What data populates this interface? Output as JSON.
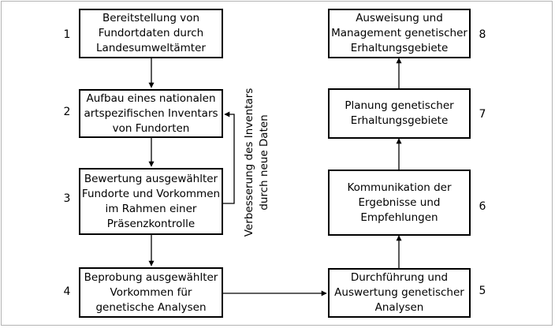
{
  "steps": [
    {
      "number": "1",
      "text": "Bereitstellung von\nFundortdaten durch\nLandesumweltämter"
    },
    {
      "number": "2",
      "text": "Aufbau eines nationalen\nartspezifischen Inventars\nvon Fundorten"
    },
    {
      "number": "3",
      "text": "Bewertung ausgewählter\nFundorte und Vorkommen\nim Rahmen einer\nPräsenzkontrolle"
    },
    {
      "number": "4",
      "text": "Beprobung ausgewählter\nVorkommen für\ngenetische Analysen"
    },
    {
      "number": "5",
      "text": "Durchführung und\nAuswertung genetischer\nAnalysen"
    },
    {
      "number": "6",
      "text": "Kommunikation der\nErgebnisse und\nEmpfehlungen"
    },
    {
      "number": "7",
      "text": "Planung genetischer\nErhaltungsgebiete"
    },
    {
      "number": "8",
      "text": "Ausweisung und\nManagement genetischer\nErhaltungsgebiete"
    }
  ],
  "feedback_label": "Verbesserung des Inventars\ndurch neue Daten"
}
